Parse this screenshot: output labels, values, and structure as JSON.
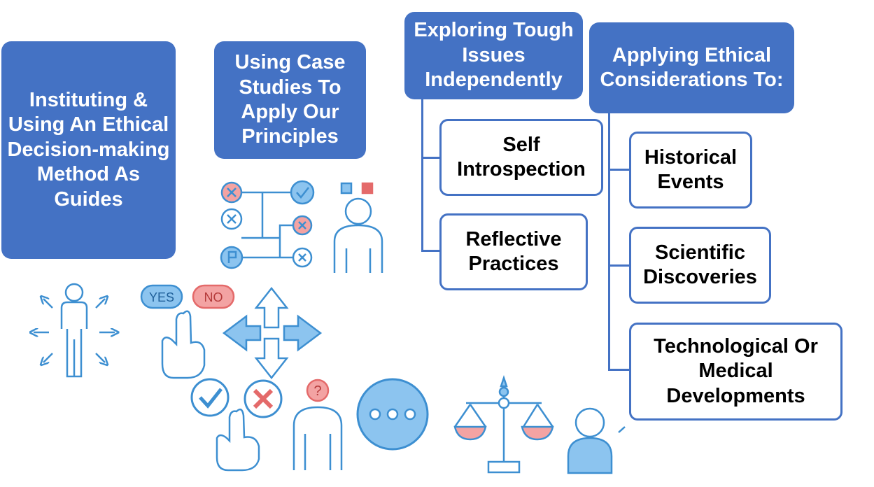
{
  "colors": {
    "accent": "#4472c4",
    "icon_stroke": "#3d8fd1",
    "icon_fill": "#8cc4ef",
    "icon_red": "#e46a6a",
    "icon_pink": "#f3a3a3"
  },
  "boxes": {
    "instituting": "Instituting & Using An Ethical Decision-making Method As Guides",
    "case_studies": "Using Case Studies To Apply Our Principles",
    "exploring": "Exploring Tough Issues Independently",
    "applying": "Applying Ethical Considerations To:",
    "self_introspection": "Self Introspection",
    "reflective_practices": "Reflective Practices",
    "historical_events": "Historical Events",
    "scientific_discoveries": "Scientific Discoveries",
    "technological_medical": "Technological Or Medical Developments"
  },
  "icons": {
    "yes_label": "YES",
    "no_label": "NO",
    "question_mark": "?",
    "names": [
      "person-arrows-icon",
      "yes-no-hand-icon",
      "direction-arrows-icon",
      "checkbox-flowchart-icon",
      "confused-person-icon",
      "check-hand-icon",
      "question-person-icon",
      "chat-bubble-icon",
      "scales-icon",
      "person-icon"
    ]
  }
}
